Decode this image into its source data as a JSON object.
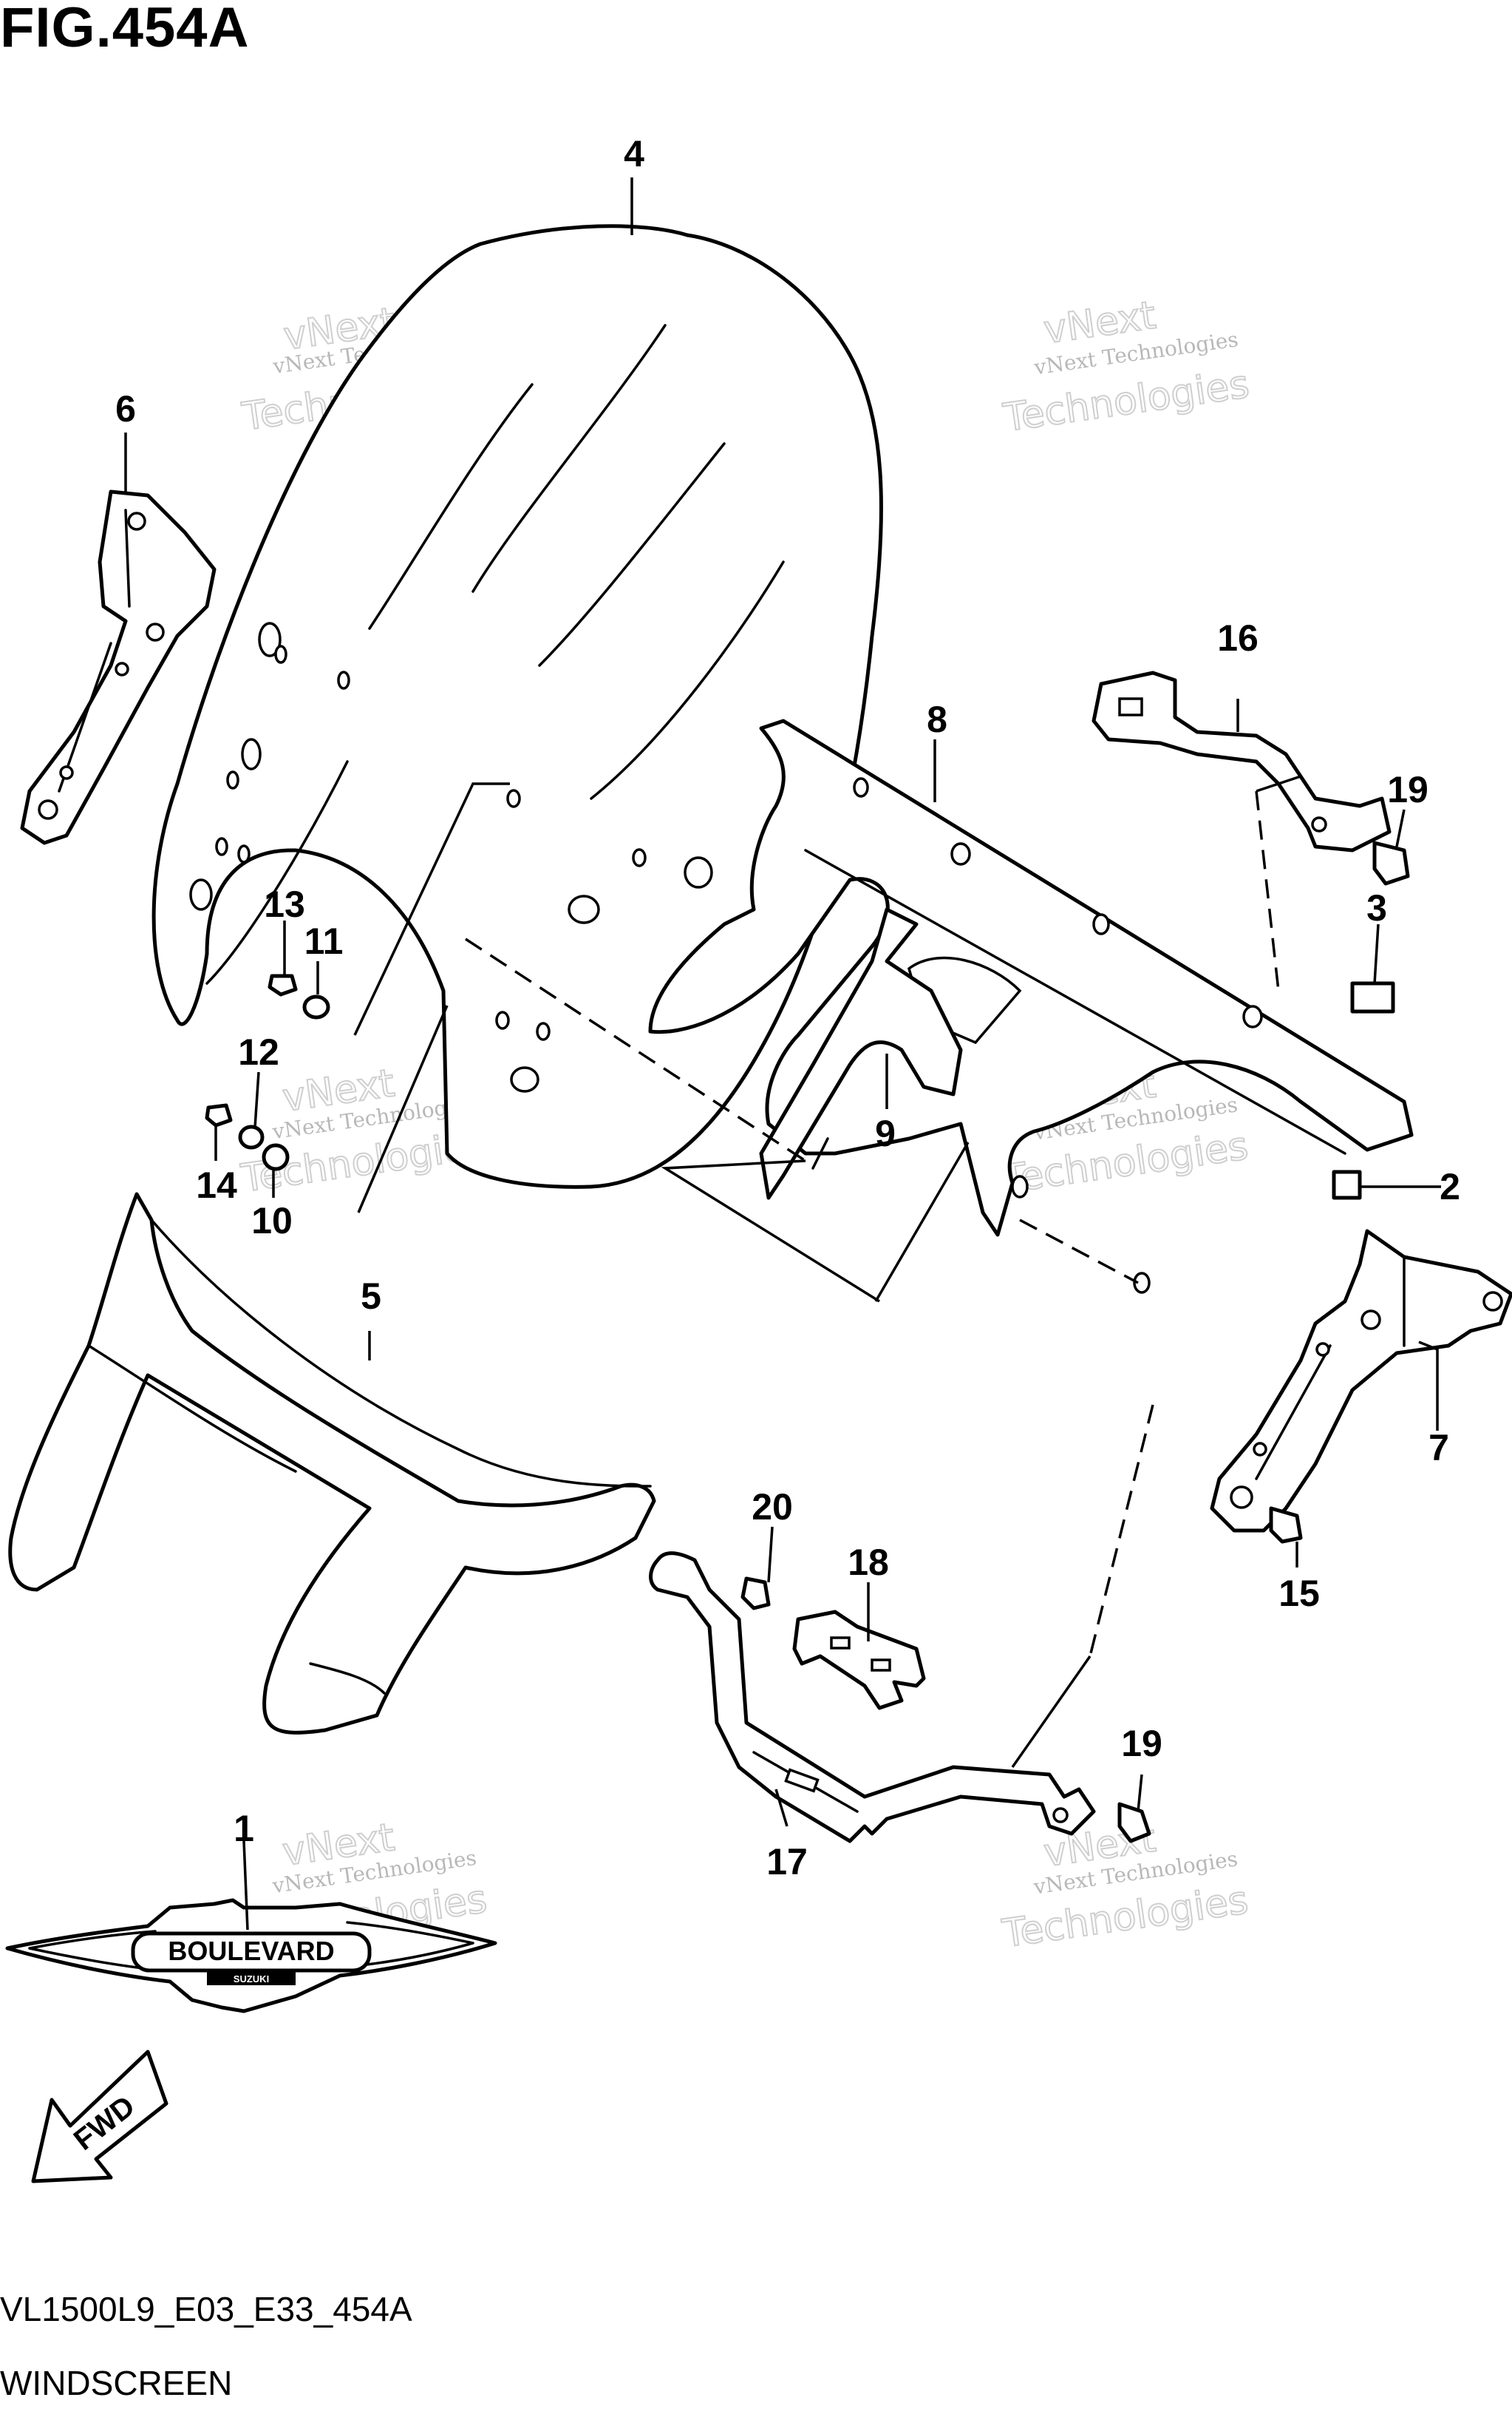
{
  "figure": {
    "title": "FIG.454A",
    "code": "VL1500L9_E03_E33_454A",
    "name": "WINDSCREEN"
  },
  "callouts": [
    "1",
    "2",
    "3",
    "4",
    "5",
    "6",
    "7",
    "8",
    "9",
    "10",
    "11",
    "12",
    "13",
    "14",
    "15",
    "16",
    "17",
    "18",
    "19",
    "19",
    "20"
  ],
  "watermark": {
    "small": "vNext Technologies",
    "big_line1": "vNext",
    "big_line2": "Technologies"
  },
  "emblem": {
    "text": "BOULEVARD",
    "subtext": "SUZUKI"
  },
  "direction_arrow": {
    "label": "FWD"
  }
}
